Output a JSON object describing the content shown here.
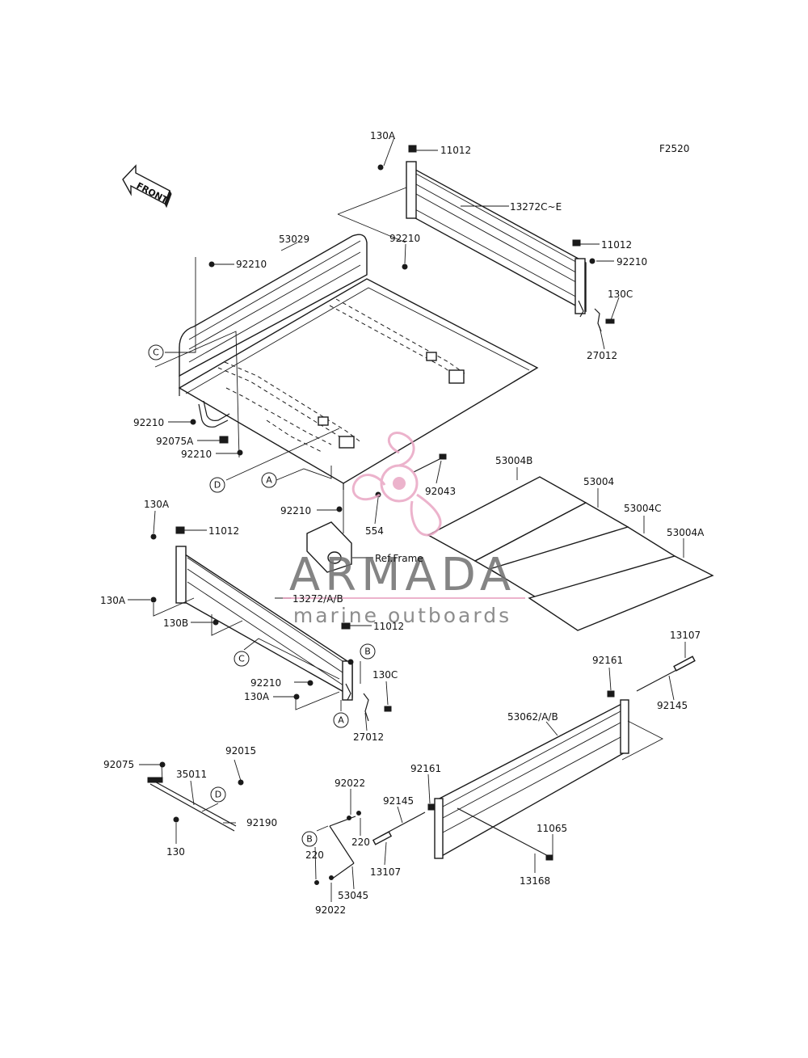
{
  "figure_code": "F2520",
  "front_arrow": {
    "label": "FRONT",
    "icon": "front-arrow-icon"
  },
  "watermark": {
    "brand": "ARMADA",
    "tagline": "marine outboards",
    "logo_color": "#e9a6c4",
    "text_color": "#6f6f6f"
  },
  "callouts": [
    "A",
    "B",
    "C",
    "D"
  ],
  "part_labels": [
    "130A",
    "11012",
    "13272C~E",
    "92210",
    "11012",
    "92210",
    "130C",
    "27012",
    "53029",
    "92210",
    "92210",
    "92075A",
    "92210",
    "92043",
    "554",
    "92210",
    "Ref.Frame",
    "53004B",
    "53004",
    "53004C",
    "53004A",
    "130A",
    "11012",
    "13272/A/B",
    "130A",
    "130B",
    "11012",
    "92210",
    "130A",
    "130C",
    "27012",
    "92161",
    "13107",
    "92145",
    "53062/A/B",
    "92161",
    "92145",
    "11065",
    "13168",
    "13107",
    "92022",
    "220",
    "220",
    "92022",
    "53045",
    "92075",
    "35011",
    "92015",
    "92190",
    "130"
  ]
}
